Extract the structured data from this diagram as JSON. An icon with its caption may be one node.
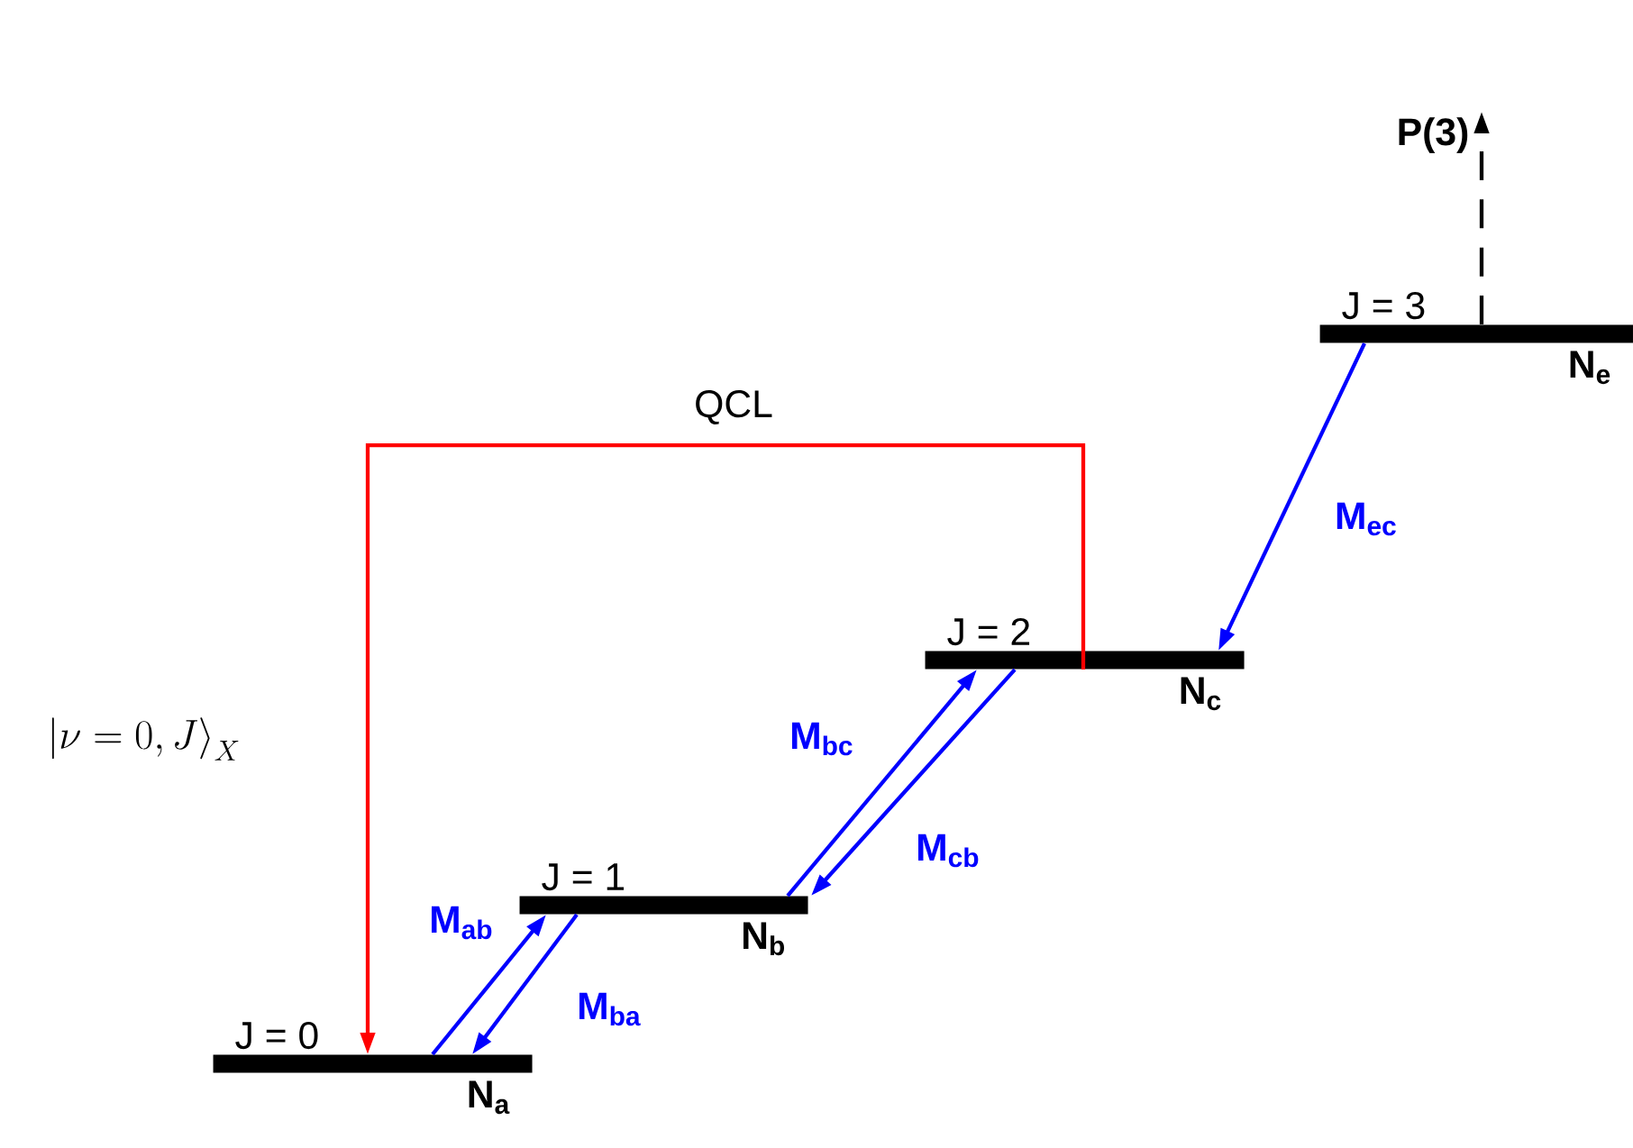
{
  "diagram": {
    "nodes": [
      {
        "text": [
          "J = 0"
        ],
        "beside": [
          "N$_{a}$"
        ]
      },
      {
        "text": [
          "J = 1"
        ],
        "beside": [
          "N$_{b}$"
        ]
      },
      {
        "text": [
          "J = 2"
        ],
        "beside": [
          "N$_{c}$"
        ]
      },
      {
        "text": [
          "J = 3"
        ],
        "beside": [
          "N$_{e}$"
        ]
      }
    ],
    "edges": [
      {
        "from": 0,
        "to": 1,
        "arrow": "to",
        "label": "M$_{ab}$",
        "color": "#0000ff"
      },
      {
        "from": 1,
        "to": 0,
        "arrow": "to",
        "label": "M$_{ba}$",
        "color": "#0000ff"
      },
      {
        "from": 1,
        "to": 2,
        "arrow": "to",
        "label": "M$_{bc}$",
        "color": "#0000ff"
      },
      {
        "from": 2,
        "to": 1,
        "arrow": "to",
        "label": "M$_{cb}$",
        "color": "#0000ff"
      },
      {
        "from": 3,
        "to": 2,
        "arrow": "to",
        "label": "M$_{ec}$",
        "color": "#0000ff"
      },
      {
        "from": 2,
        "to": 0,
        "arrow": "to",
        "label": "QCL",
        "color": "#ff0000"
      },
      {
        "from": 3,
        "to": null,
        "arrow": "to",
        "label": "P(3)",
        "style": "dashed",
        "color": "#000000"
      }
    ],
    "labels": [
      "\\left|\\nu=0, J\\right\\rangle_{X}"
    ]
  }
}
